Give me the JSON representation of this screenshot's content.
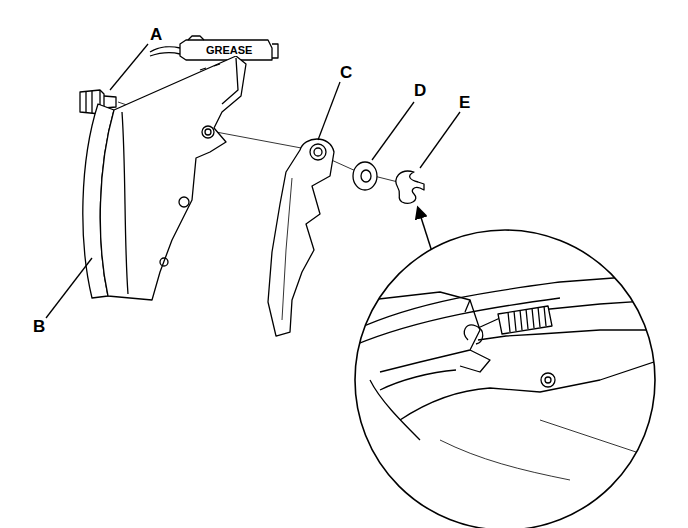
{
  "diagram": {
    "labels": [
      "A",
      "GREASE",
      "B",
      "C",
      "D",
      "E"
    ]
  }
}
